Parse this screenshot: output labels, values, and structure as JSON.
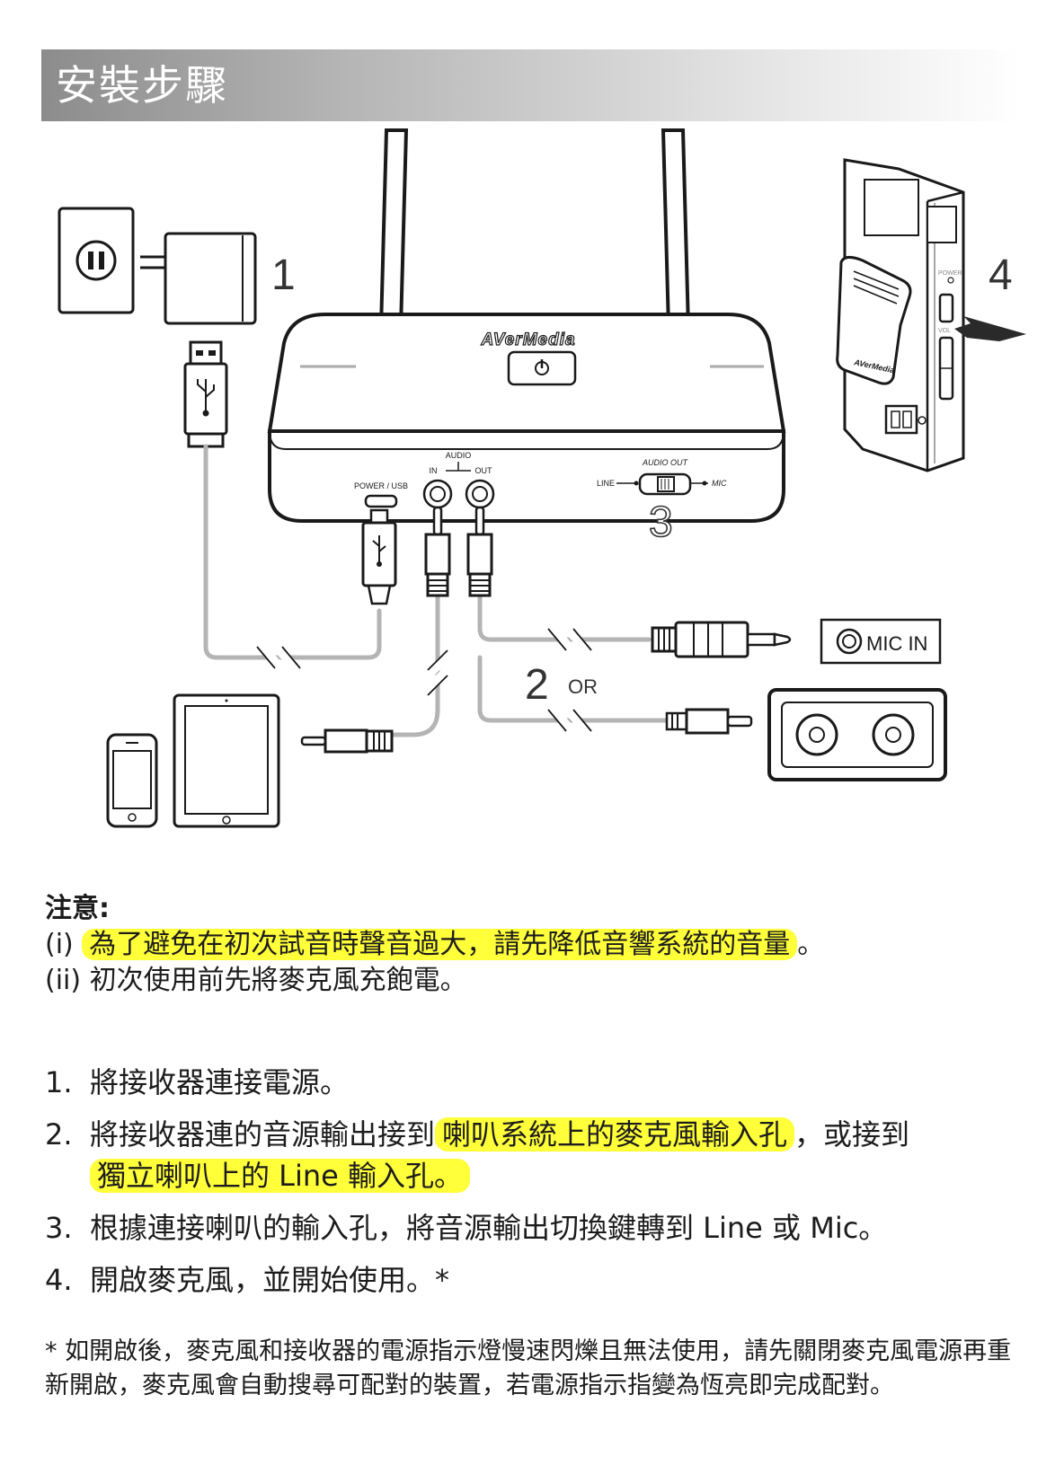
{
  "header": {
    "title": "安裝步驟"
  },
  "diagram": {
    "labels": {
      "step1": "1",
      "step2": "2",
      "step3": "3",
      "step4": "4",
      "or": "OR",
      "brand": "AVerMedia",
      "power_usb": "POWER / USB",
      "audio": "AUDIO",
      "in": "IN",
      "out": "OUT",
      "audio_out": "AUDIO OUT",
      "line": "LINE",
      "mic": "MIC",
      "mic_in": "MIC IN",
      "mic_power": "POWER",
      "mic_vol": "VOL",
      "mic_brand": "AVerMedia"
    }
  },
  "notes": {
    "heading": "注意:",
    "items": [
      {
        "prefix": "(i) ",
        "highlight": "為了避免在初次試音時聲音過大，請先降低音響系統的音量",
        "suffix": "。"
      },
      {
        "prefix": "(ii) ",
        "text": "初次使用前先將麥克風充飽電。"
      }
    ]
  },
  "steps": [
    {
      "num": "1.",
      "text": "將接收器連接電源。"
    },
    {
      "num": "2.",
      "pre": "將接收器連的音源輸出接到",
      "hl1": "喇叭系統上的麥克風輸入孔",
      "mid": "，或接到",
      "hl2": "獨立喇叭上的 Line 輸入孔。"
    },
    {
      "num": "3.",
      "text": "根據連接喇叭的輸入孔，將音源輸出切換鍵轉到 Line 或 Mic。"
    },
    {
      "num": "4.",
      "text": "開啟麥克風，並開始使用。*"
    }
  ],
  "footnote": "* 如開啟後，麥克風和接收器的電源指示燈慢速閃爍且無法使用，請先關閉麥克風電源再重新開啟，麥克風會自動搜尋可配對的裝置，若電源指示指變為恆亮即完成配對。"
}
